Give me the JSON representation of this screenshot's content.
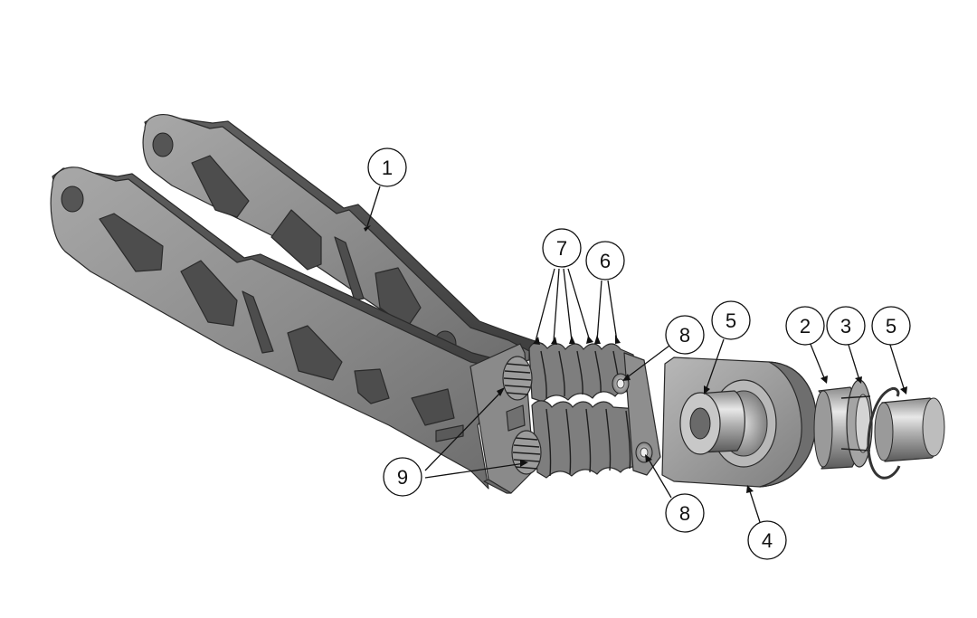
{
  "callouts": [
    {
      "label": "1",
      "part": "arm-frame"
    },
    {
      "label": "2",
      "part": "bearing-ring"
    },
    {
      "label": "3",
      "part": "washer"
    },
    {
      "label": "4",
      "part": "mounting-block"
    },
    {
      "label": "5",
      "part": "bushing"
    },
    {
      "label": "5",
      "part": "bushing"
    },
    {
      "label": "6",
      "part": "spring-plates"
    },
    {
      "label": "7",
      "part": "spring-plates"
    },
    {
      "label": "8",
      "part": "pin"
    },
    {
      "label": "8",
      "part": "pin"
    },
    {
      "label": "9",
      "part": "torsion-spring"
    }
  ],
  "colors": {
    "metal_dark": "#7a7a7a",
    "metal_mid": "#9a9a9a",
    "metal_light": "#c4c4c4",
    "metal_highlight": "#e2e2e2",
    "background": "#ffffff"
  }
}
